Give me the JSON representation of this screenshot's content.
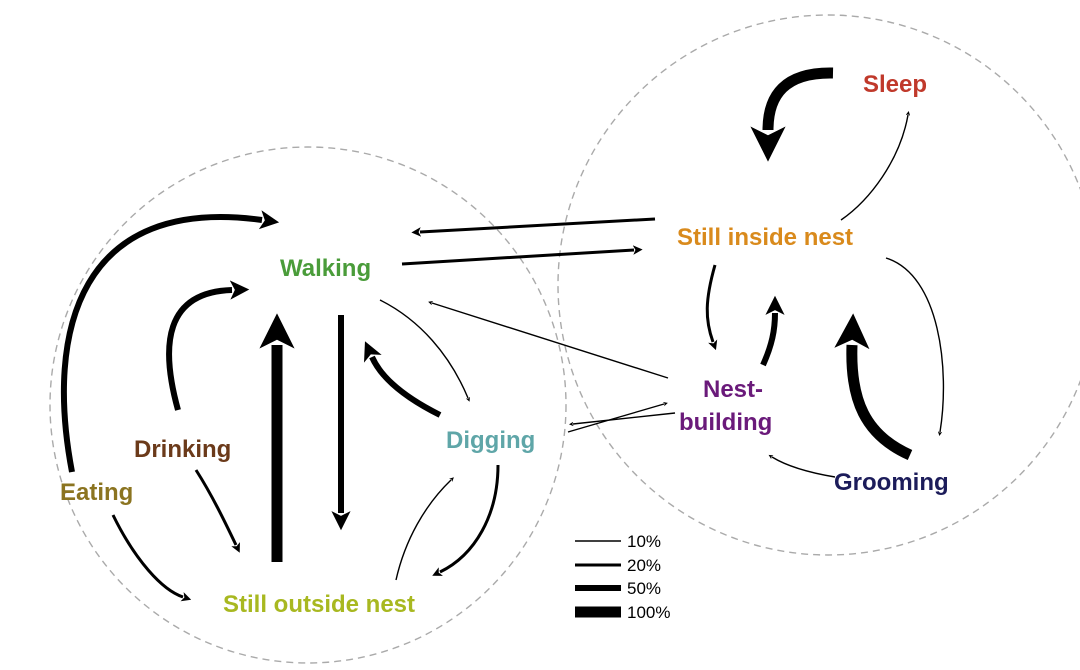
{
  "diagram": {
    "type": "behavioral-transition-network",
    "nodes": [
      {
        "id": "walking",
        "label": "Walking",
        "color": "#4a9c3a"
      },
      {
        "id": "eating",
        "label": "Eating",
        "color": "#8b7420"
      },
      {
        "id": "drinking",
        "label": "Drinking",
        "color": "#6b3a1a"
      },
      {
        "id": "digging",
        "label": "Digging",
        "color": "#5fa6a8"
      },
      {
        "id": "still_outside",
        "label": "Still outside nest",
        "color": "#a8b820"
      },
      {
        "id": "sleep",
        "label": "Sleep",
        "color": "#c0392b"
      },
      {
        "id": "still_inside",
        "label": "Still inside nest",
        "color": "#d98a1c"
      },
      {
        "id": "nest_building_1",
        "label": "Nest-",
        "color": "#6a1a7a"
      },
      {
        "id": "nest_building_2",
        "label": "building",
        "color": "#6a1a7a"
      },
      {
        "id": "grooming",
        "label": "Grooming",
        "color": "#1c1c5a"
      }
    ],
    "regions": [
      {
        "id": "outside-nest-region"
      },
      {
        "id": "inside-nest-region"
      }
    ],
    "edges": [
      {
        "from": "eating",
        "to": "walking",
        "weight": 50
      },
      {
        "from": "eating",
        "to": "still_outside",
        "weight": 20
      },
      {
        "from": "drinking",
        "to": "walking",
        "weight": 50
      },
      {
        "from": "drinking",
        "to": "still_outside",
        "weight": 20
      },
      {
        "from": "still_outside",
        "to": "walking",
        "weight": 100
      },
      {
        "from": "walking",
        "to": "still_outside",
        "weight": 50
      },
      {
        "from": "walking",
        "to": "digging",
        "weight": 10
      },
      {
        "from": "digging",
        "to": "walking",
        "weight": 50
      },
      {
        "from": "digging",
        "to": "still_outside",
        "weight": 20
      },
      {
        "from": "still_outside",
        "to": "digging",
        "weight": 10
      },
      {
        "from": "walking",
        "to": "still_inside",
        "weight": 20
      },
      {
        "from": "still_inside",
        "to": "walking",
        "weight": 20
      },
      {
        "from": "nest_building",
        "to": "walking",
        "weight": 10
      },
      {
        "from": "digging",
        "to": "nest_building",
        "weight": 10
      },
      {
        "from": "nest_building",
        "to": "digging",
        "weight": 10
      },
      {
        "from": "still_inside",
        "to": "sleep",
        "weight": 10
      },
      {
        "from": "sleep",
        "to": "still_inside",
        "weight": 100
      },
      {
        "from": "still_inside",
        "to": "nest_building",
        "weight": 20
      },
      {
        "from": "nest_building",
        "to": "still_inside",
        "weight": 50
      },
      {
        "from": "grooming",
        "to": "still_inside",
        "weight": 100
      },
      {
        "from": "still_inside",
        "to": "grooming",
        "weight": 10
      },
      {
        "from": "grooming",
        "to": "nest_building",
        "weight": 10
      }
    ]
  },
  "legend": {
    "entries": [
      {
        "label": "10%",
        "weight": 10
      },
      {
        "label": "20%",
        "weight": 20
      },
      {
        "label": "50%",
        "weight": 50
      },
      {
        "label": "100%",
        "weight": 100
      }
    ]
  }
}
